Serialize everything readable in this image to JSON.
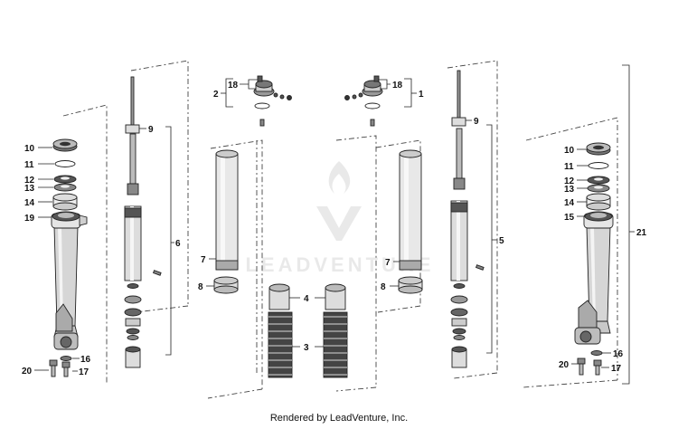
{
  "diagram": {
    "watermark": "LEADVENTURE",
    "credit": "Rendered by LeadVenture, Inc.",
    "callouts": {
      "c1": "1",
      "c2": "2",
      "c3": "3",
      "c4": "4",
      "c5": "5",
      "c6": "6",
      "c7": "7",
      "c8": "8",
      "c9": "9",
      "c10": "10",
      "c11": "11",
      "c12": "12",
      "c13": "13",
      "c14": "14",
      "c15": "15",
      "c16": "16",
      "c17": "17",
      "c18": "18",
      "c19": "19",
      "c20": "20",
      "c21": "21"
    }
  }
}
